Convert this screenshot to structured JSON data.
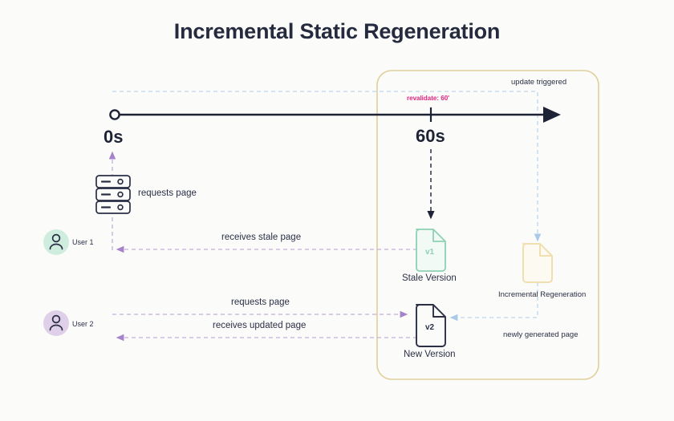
{
  "title": "Incremental Static Regeneration",
  "colors": {
    "background": "#fbfbfa",
    "ink": "#252a3f",
    "timeline": "#1e2235",
    "container_border": "#e0cf9a",
    "accent_pink": "#e5227c",
    "user_purple": "#a683c9",
    "mint": "#73c7aa",
    "blue_dash": "#a9c9e8",
    "user1_bg": "#cfeddf",
    "user2_bg": "#dfcfe8",
    "cream": "#f6edd7"
  },
  "timeline": {
    "start_label": "0s",
    "tick_label": "60s",
    "revalidate_label": "revalidate: 60'",
    "update_triggered_label": "update triggered"
  },
  "users": [
    {
      "id": "user-1",
      "name": "User 1",
      "avatar_icon": "person-icon",
      "bg": "#cfeddf"
    },
    {
      "id": "user-2",
      "name": "User 2",
      "avatar_icon": "person-icon",
      "bg": "#dfcfe8"
    }
  ],
  "server": {
    "icon": "server-icon",
    "label": "requests page"
  },
  "messages": {
    "user1_request": "requests page",
    "user1_receive": "receives stale page",
    "user2_request": "requests page",
    "user2_receive": "receives updated page",
    "regeneration_back": "newly generated page"
  },
  "files": [
    {
      "id": "stale",
      "version": "v1",
      "caption": "Stale Version",
      "color": "#73c7aa"
    },
    {
      "id": "new",
      "version": "v2",
      "caption": "New Version",
      "color": "#2b2f45"
    },
    {
      "id": "regen",
      "version": "",
      "caption": "Incremental Regeneration",
      "color": "#f0dfb0"
    }
  ]
}
